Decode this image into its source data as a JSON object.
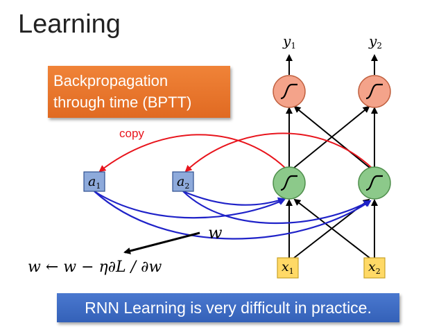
{
  "slide": {
    "title": "Learning",
    "bptt_line1": "Backpropagation",
    "bptt_line2": "through time (BPTT)",
    "copy_label": "copy",
    "weight_label": "w",
    "update_rule": "w ← w − η∂L / ∂w",
    "bottom_note": "RNN Learning is very difficult in practice."
  },
  "nodes": {
    "y1": "y",
    "y1_sub": "1",
    "y2": "y",
    "y2_sub": "2",
    "a1": "a",
    "a1_sub": "1",
    "a2": "a",
    "a2_sub": "2",
    "x1": "x",
    "x1_sub": "1",
    "x2": "x",
    "x2_sub": "2"
  },
  "colors": {
    "output_node": "#f4a38a",
    "hidden_node": "#8cc98a",
    "memory_box": "#8eaadb",
    "input_box": "#ffd966",
    "copy_arrow": "#e8141c",
    "gradient_arrow": "#1f22c8",
    "bptt_box": "#ed7a2f",
    "note_box": "#3f6cc4"
  }
}
